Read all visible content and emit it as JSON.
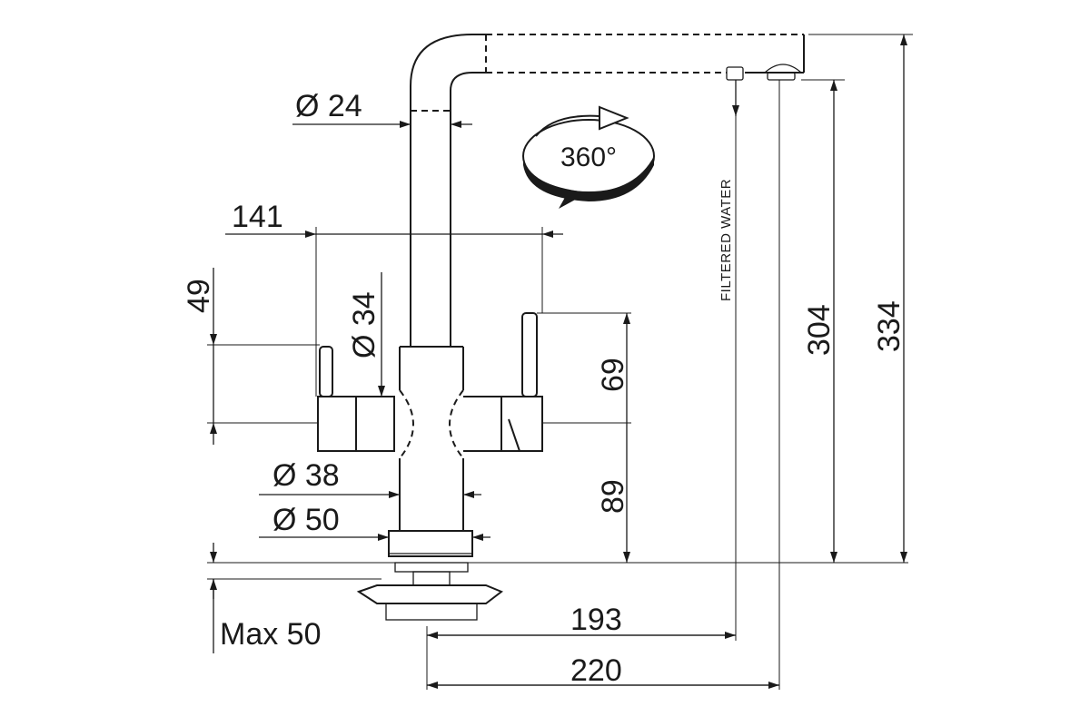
{
  "dimensions": {
    "spout_diameter": "Ø 24",
    "handle_span": "141",
    "handle_height": "49",
    "handle_diameter": "Ø 34",
    "body_diameter": "Ø 38",
    "base_diameter": "Ø 50",
    "upper_body_height": "69",
    "lower_body_height": "89",
    "filtered_reach": "193",
    "total_reach": "220",
    "filtered_outlet_height": "304",
    "total_height": "334",
    "max_thickness": "Max 50"
  },
  "rotation_label": "360°",
  "filtered_water_label": "FILTERED WATER",
  "colors": {
    "line": "#1a1a1a",
    "background": "#ffffff"
  }
}
